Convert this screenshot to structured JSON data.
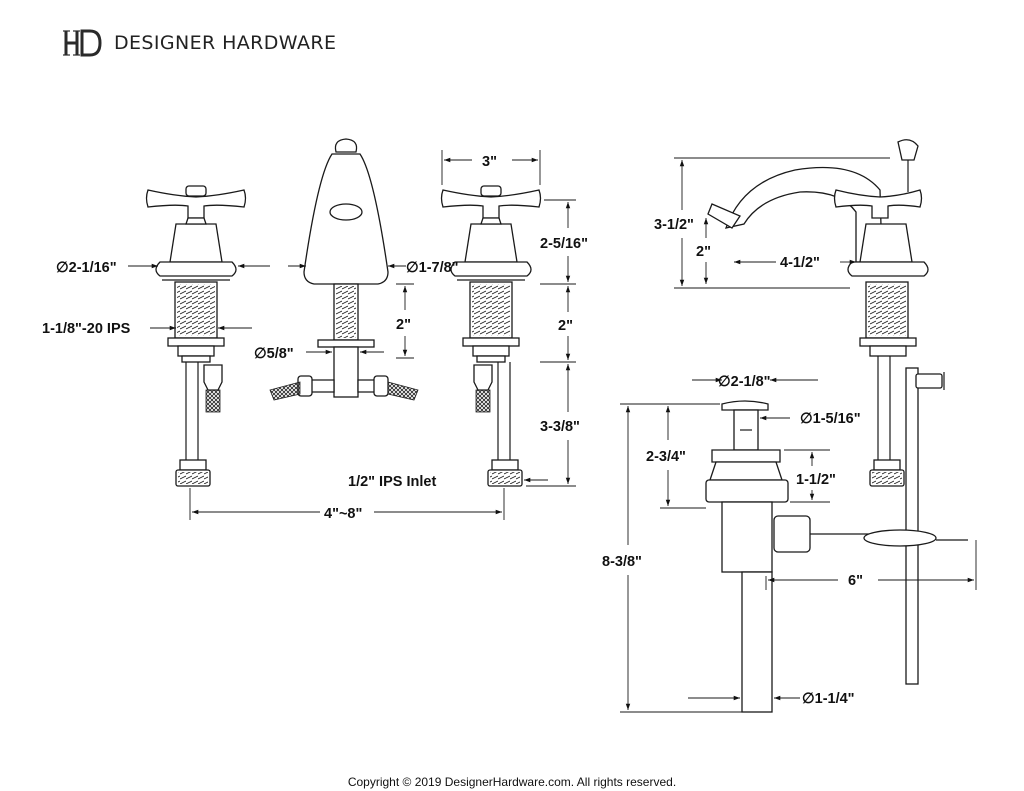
{
  "brand": {
    "logo_icon": "hd-monogram-icon",
    "name": "DESIGNER HARDWARE"
  },
  "dimensions": {
    "handle_diameter": "∅2-1/16\"",
    "thread_spec": "1-1/8\"-20 IPS",
    "spout_base_diameter": "∅1-7/8\"",
    "spout_shank_diameter": "∅5/8\"",
    "spout_shank_length": "2\"",
    "handle_width": "3\"",
    "handle_height": "2-5/16\"",
    "shank_length": "2\"",
    "tailpiece_length": "3-3/8\"",
    "inlet": "1/2\" IPS Inlet",
    "spread": "4\"~8\"",
    "spout_height": "3-1/2\"",
    "spout_clearance": "2\"",
    "spout_reach": "4-1/2\"",
    "drain_flange_diameter": "∅2-1/8\"",
    "drain_stopper_diameter": "∅1-5/16\"",
    "drain_body_height": "2-3/4\"",
    "drain_nut_height": "1-1/2\"",
    "drain_total_height": "8-3/8\"",
    "pop_up_rod_length": "6\"",
    "tailpiece_diameter": "∅1-1/4\""
  },
  "footer": {
    "copyright": "Copyright © 2019 DesignerHardware.com. All rights reserved."
  }
}
